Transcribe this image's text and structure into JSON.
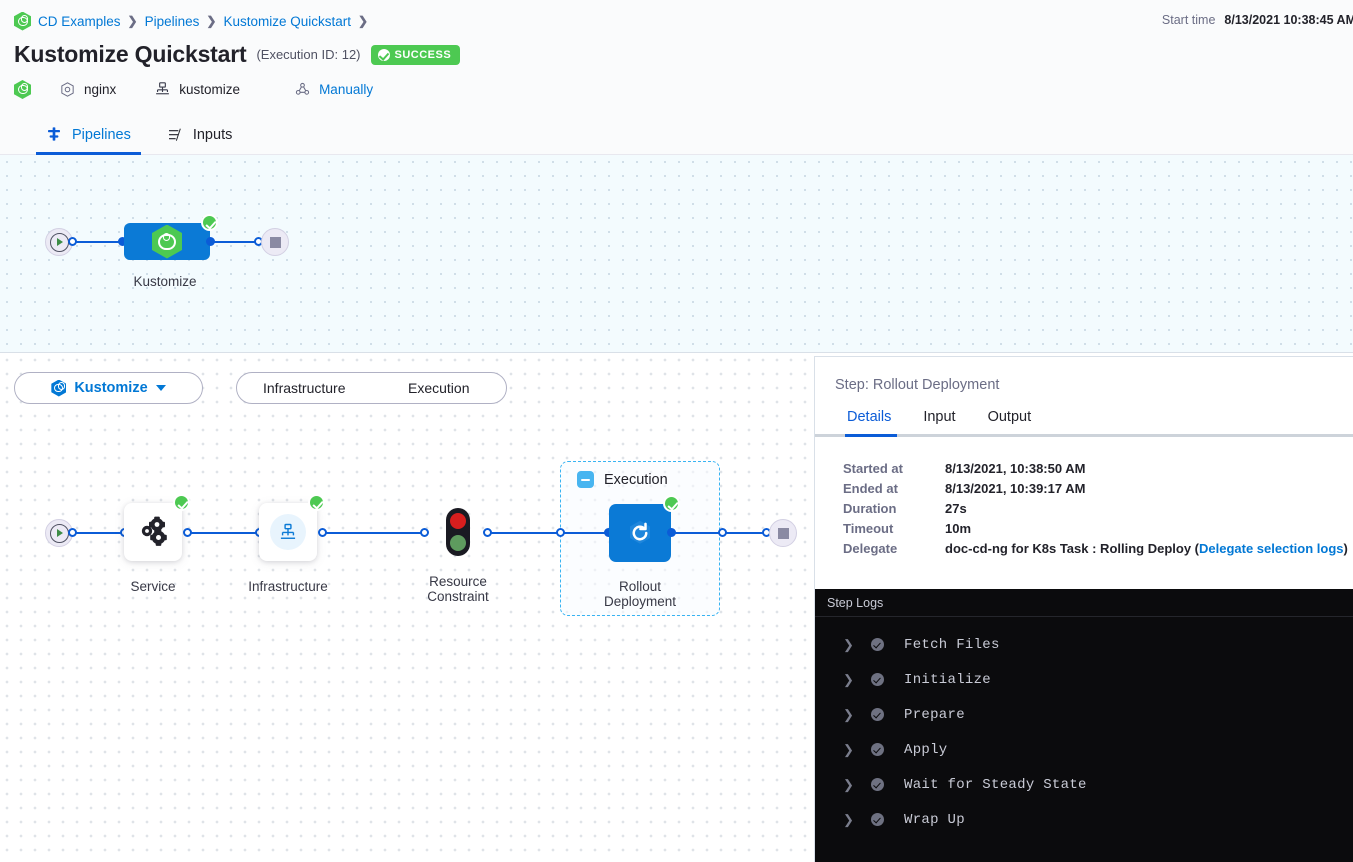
{
  "header": {
    "breadcrumb": [
      {
        "label": "CD Examples",
        "icon": "harness-hex-icon"
      },
      {
        "label": "Pipelines"
      },
      {
        "label": "Kustomize Quickstart"
      }
    ],
    "title": "Kustomize Quickstart",
    "execution_id": "(Execution ID: 12)",
    "status_badge": "SUCCESS",
    "status_color": "#4dc952",
    "meta": [
      {
        "icon": "harness-hex-icon",
        "label": ""
      },
      {
        "icon": "service-icon",
        "label": "nginx"
      },
      {
        "icon": "infrastructure-icon",
        "label": "kustomize"
      },
      {
        "icon": "trigger-icon",
        "label": "Manually",
        "link": true
      }
    ],
    "start_time_label": "Start time",
    "start_time_value": "8/13/2021 10:38:45 AM"
  },
  "tabs": [
    {
      "label": "Pipelines",
      "icon": "pipeline-icon",
      "active": true
    },
    {
      "label": "Inputs",
      "icon": "inputs-icon",
      "active": false
    }
  ],
  "top_graph": {
    "stage": {
      "label": "Kustomize",
      "status": "success",
      "icon": "harness-hex-icon"
    },
    "start_icon": "play-icon",
    "end_icon": "stop-icon"
  },
  "toolbar": {
    "stage_selector": "Kustomize",
    "stage_selector_icon": "harness-hex-icon",
    "caret_icon": "chevron-down-icon",
    "segments": [
      "Infrastructure",
      "Execution"
    ]
  },
  "bottom_graph": {
    "start_icon": "play-icon",
    "end_icon": "stop-icon",
    "nodes": [
      {
        "label": "Service",
        "icon": "gears-icon",
        "status": "success"
      },
      {
        "label": "Infrastructure",
        "icon": "infrastructure-icon",
        "status": "success"
      },
      {
        "label": "Resource\nConstraint",
        "icon": "traffic-light-icon",
        "status": "none"
      },
      {
        "label": "Rollout\nDeployment",
        "icon": "rollout-icon",
        "status": "success"
      }
    ],
    "group": {
      "title": "Execution",
      "collapse_icon": "collapse-minus-icon"
    }
  },
  "right_panel": {
    "title": "Step: Rollout Deployment",
    "tabs": [
      {
        "label": "Details",
        "active": true
      },
      {
        "label": "Input",
        "active": false
      },
      {
        "label": "Output",
        "active": false
      }
    ],
    "details": [
      {
        "key": "Started at",
        "value": "8/13/2021, 10:38:50 AM"
      },
      {
        "key": "Ended at",
        "value": "8/13/2021, 10:39:17 AM"
      },
      {
        "key": "Duration",
        "value": "27s"
      },
      {
        "key": "Timeout",
        "value": "10m"
      },
      {
        "key": "Delegate",
        "value": "doc-cd-ng for K8s Task : Rolling Deploy (",
        "link": "Delegate selection logs",
        "value_suffix": ")"
      }
    ],
    "logs_title": "Step Logs",
    "logs": [
      {
        "label": "Fetch Files",
        "status": "success"
      },
      {
        "label": "Initialize",
        "status": "success"
      },
      {
        "label": "Prepare",
        "status": "success"
      },
      {
        "label": "Apply",
        "status": "success"
      },
      {
        "label": "Wait for Steady State",
        "status": "success"
      },
      {
        "label": "Wrap Up",
        "status": "success"
      }
    ]
  }
}
